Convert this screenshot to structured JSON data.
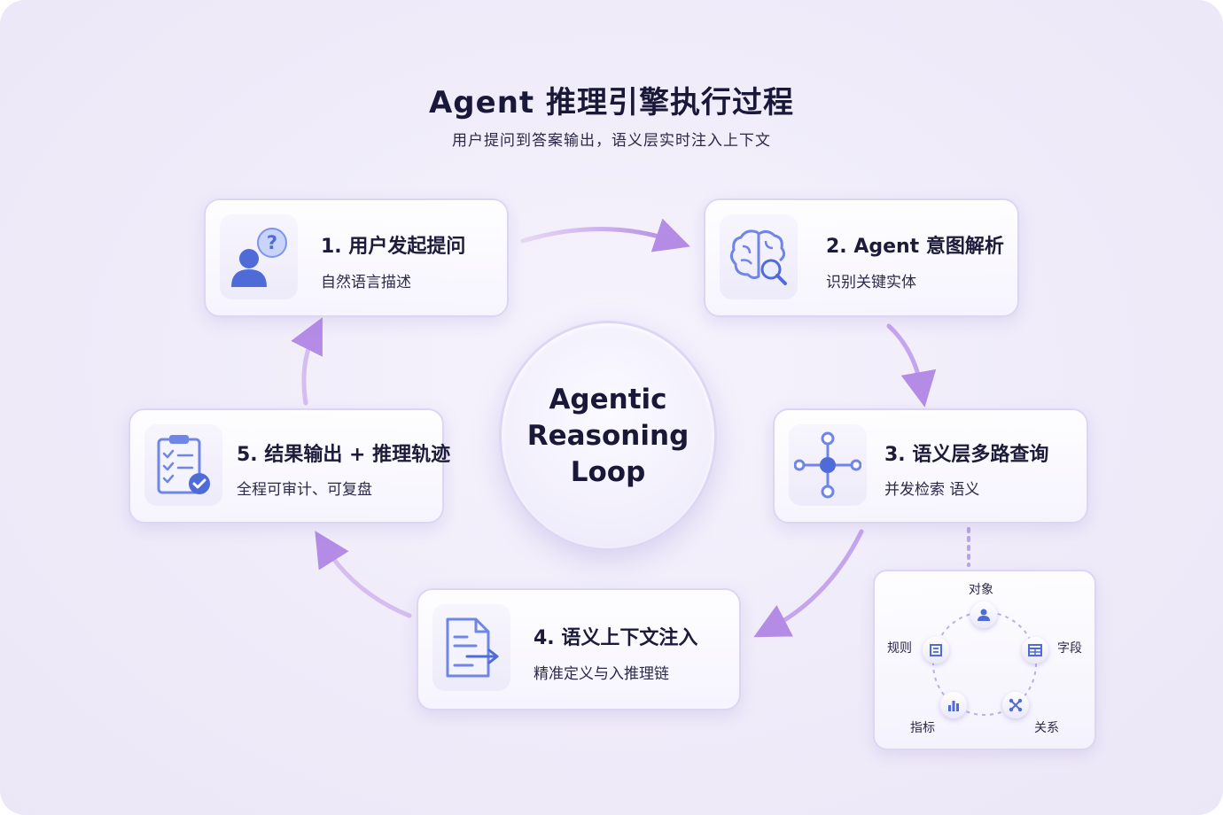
{
  "header": {
    "title": "Agent 推理引擎执行过程",
    "subtitle": "用户提问到答案输出，语义层实时注入上下文"
  },
  "center": {
    "label": "Agentic\nReasoning\nLoop"
  },
  "steps": [
    {
      "title": "1. 用户发起提问",
      "desc": "自然语言描述",
      "icon": "user-question-icon"
    },
    {
      "title": "2. Agent 意图解析",
      "desc": "识别关键实体",
      "icon": "brain-search-icon"
    },
    {
      "title": "3. 语义层多路查询",
      "desc": "并发检索 语义",
      "icon": "network-node-icon"
    },
    {
      "title": "4. 语义上下文注入",
      "desc": "精准定义与入推理链",
      "icon": "document-arrow-icon"
    },
    {
      "title": "5. 结果输出 + 推理轨迹",
      "desc": "全程可审计、可复盘",
      "icon": "checklist-icon"
    }
  ],
  "semantic_panel": {
    "nodes": [
      {
        "label": "对象",
        "icon": "user-icon"
      },
      {
        "label": "字段",
        "icon": "table-icon"
      },
      {
        "label": "关系",
        "icon": "relation-icon"
      },
      {
        "label": "指标",
        "icon": "bar-chart-icon"
      },
      {
        "label": "规则",
        "icon": "rule-icon"
      }
    ]
  },
  "colors": {
    "accent_blue": "#4f6bd8",
    "accent_purple": "#b89ae6",
    "card_border": "#dcd6f3"
  }
}
